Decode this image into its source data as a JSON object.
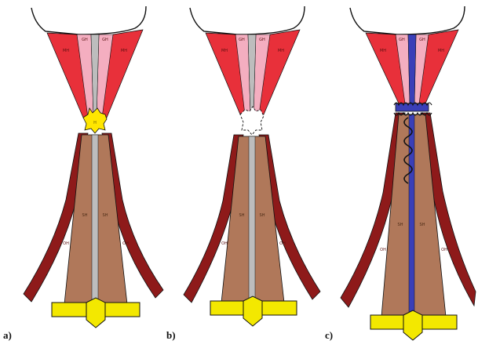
{
  "colors": {
    "mylohyoid": "#e8303a",
    "mylohyoid_dark": "#c41e28",
    "geniohyoid": "#f4aec0",
    "raphe": "#bdbdbd",
    "sternohyoid": "#b0785a",
    "omohyoid": "#8e1a1a",
    "hyoid": "#ffe600",
    "bone": "#f3e800",
    "suture": "#3a3fb8",
    "outline": "#111111"
  },
  "panels": [
    {
      "label": "a)",
      "labels": {
        "mylohyoid_left": "MH",
        "geniohyoid_left": "GH",
        "geniohyoid_right": "GH",
        "mylohyoid_right": "MH",
        "hyoid": "H",
        "sternohyoid_left": "SH",
        "sternohyoid_right": "SH",
        "omohyoid_left": "OH",
        "omohyoid_right": "OH"
      }
    },
    {
      "label": "b)",
      "labels": {
        "mylohyoid_left": "MH",
        "geniohyoid_left": "GH",
        "geniohyoid_right": "GH",
        "mylohyoid_right": "MH",
        "hyoid": "",
        "sternohyoid_left": "SH",
        "sternohyoid_right": "SH",
        "omohyoid_left": "OH",
        "omohyoid_right": "OH"
      }
    },
    {
      "label": "c)",
      "labels": {
        "mylohyoid_left": "MH",
        "geniohyoid_left": "GH",
        "geniohyoid_right": "GH",
        "mylohyoid_right": "MH",
        "hyoid": "",
        "sternohyoid_left": "SH",
        "sternohyoid_right": "SH",
        "omohyoid_left": "OH",
        "omohyoid_right": "OH"
      }
    }
  ]
}
